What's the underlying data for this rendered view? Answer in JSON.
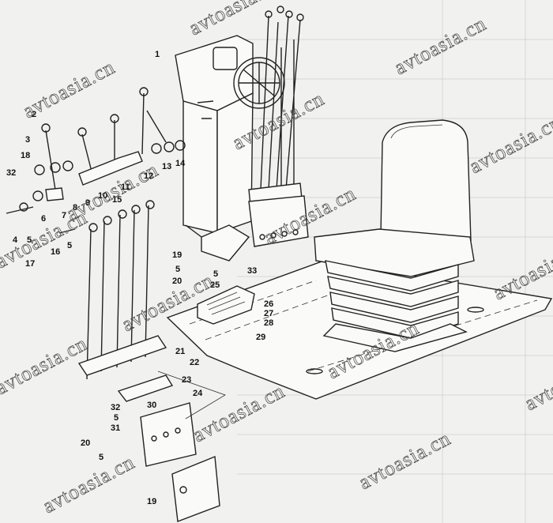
{
  "diagram": {
    "callouts": [
      "1",
      "2",
      "3",
      "18",
      "32",
      "4",
      "5",
      "6",
      "7",
      "8",
      "9",
      "10",
      "11",
      "12",
      "13",
      "14",
      "15",
      "16",
      "5",
      "17",
      "19",
      "5",
      "20",
      "5",
      "25",
      "33",
      "26",
      "27",
      "28",
      "29",
      "21",
      "22",
      "23",
      "24",
      "30",
      "32",
      "5",
      "31",
      "20",
      "5",
      "19"
    ],
    "watermark": "avtoasia.cn"
  }
}
